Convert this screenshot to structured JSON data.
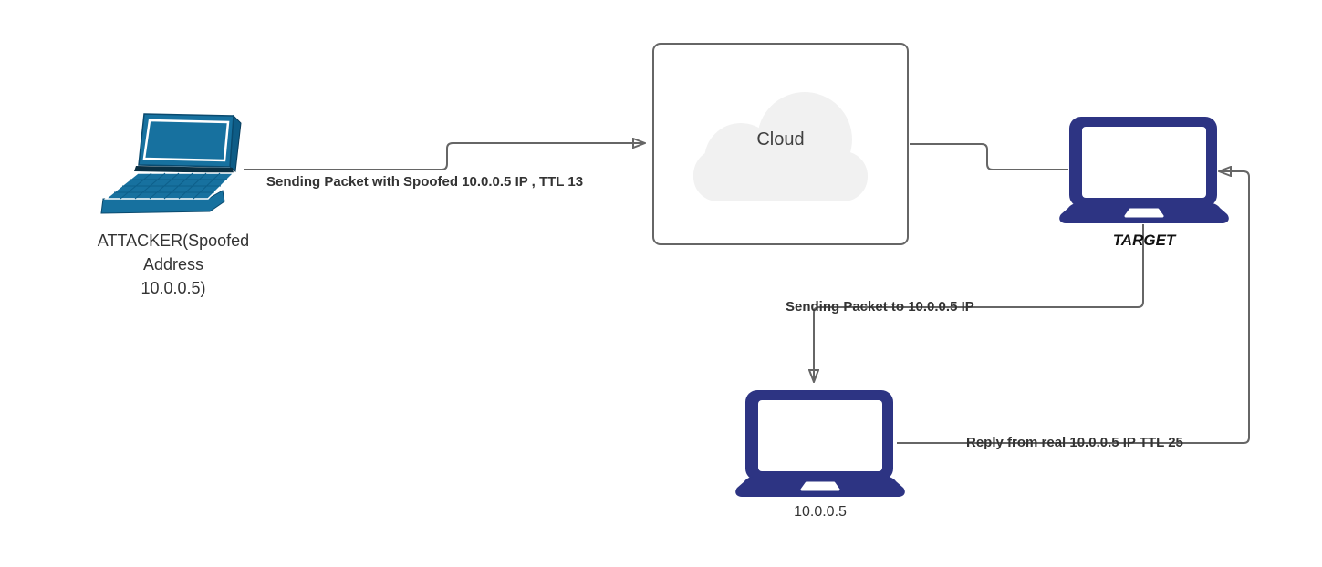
{
  "diagram": {
    "title_hint": "IP spoofing network diagram",
    "colors": {
      "background": "#ffffff",
      "connector_line": "#666666",
      "edge_label_text": "#333333",
      "attacker_laptop_blue": "#17719f",
      "laptop_navy": "#2d3483",
      "cloud_fill": "#f1f1f1",
      "cloud_box_border": "#666666",
      "cloud_text": "#404040"
    },
    "nodes": {
      "attacker": {
        "label_lines": [
          "ATTACKER(Spoofed",
          "Address",
          "10.0.0.5)"
        ]
      },
      "cloud": {
        "label": "Cloud"
      },
      "target": {
        "label": "TARGET"
      },
      "real_host": {
        "label": "10.0.0.5"
      }
    },
    "edges": [
      {
        "id": "attacker-to-cloud",
        "label": "Sending Packet with Spoofed 10.0.0.5 IP , TTL 13"
      },
      {
        "id": "cloud-to-target",
        "label": ""
      },
      {
        "id": "target-to-real-host",
        "label": "Sending Packet to 10.0.0.5 IP"
      },
      {
        "id": "real-host-to-target",
        "label": "Reply from real 10.0.0.5 IP TTL 25"
      }
    ]
  }
}
